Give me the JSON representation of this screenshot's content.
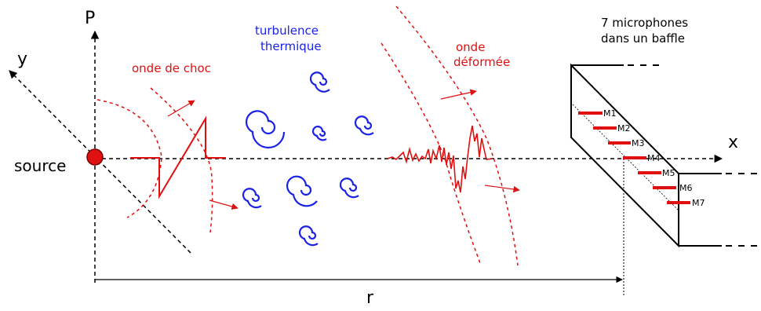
{
  "axes": {
    "p_label": "P",
    "y_label": "y",
    "x_label": "x",
    "r_label": "r"
  },
  "labels": {
    "source": "source",
    "shock_wave": "onde de choc",
    "turbulence_line1": "turbulence",
    "turbulence_line2": "thermique",
    "deformed_line1": "onde",
    "deformed_line2": "déformée",
    "mics_line1": "7 microphones",
    "mics_line2": "dans un baffle"
  },
  "microphones": [
    "M1",
    "M2",
    "M3",
    "M4",
    "M5",
    "M6",
    "M7"
  ],
  "colors": {
    "wave": "#e01010",
    "turbulence": "#1a22e6",
    "axes": "#000000",
    "source_fill": "#e01010"
  },
  "icons": [
    "spiral-icon",
    "arrow-icon",
    "source-dot-icon"
  ]
}
